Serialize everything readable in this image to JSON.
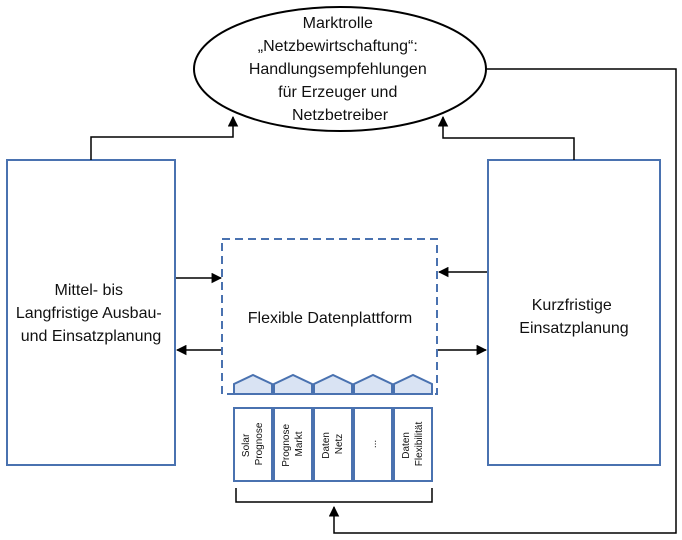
{
  "ellipse": {
    "lines": [
      "Marktrolle",
      "„Netzbewirtschaftung“:",
      "Handlungsempfehlungen",
      "für Erzeuger und",
      "Netzbetreiber"
    ]
  },
  "left_box": {
    "lines": [
      "Mittel- bis",
      "Langfristige Ausbau-",
      "und Einsatzplanung"
    ]
  },
  "right_box": {
    "lines": [
      "Kurzfristige",
      "Einsatzplanung"
    ]
  },
  "platform": {
    "label": "Flexible Datenplattform"
  },
  "modules": [
    {
      "lines": [
        "Solar",
        "Prognose"
      ]
    },
    {
      "lines": [
        "Prognose",
        "Markt"
      ]
    },
    {
      "lines": [
        "Daten",
        "Netz"
      ]
    },
    {
      "lines": [
        "..."
      ]
    },
    {
      "lines": [
        "Daten",
        "Flexibilität"
      ]
    }
  ],
  "colors": {
    "box_border": "#4a72b0",
    "line": "#000000",
    "text": "#111111"
  }
}
